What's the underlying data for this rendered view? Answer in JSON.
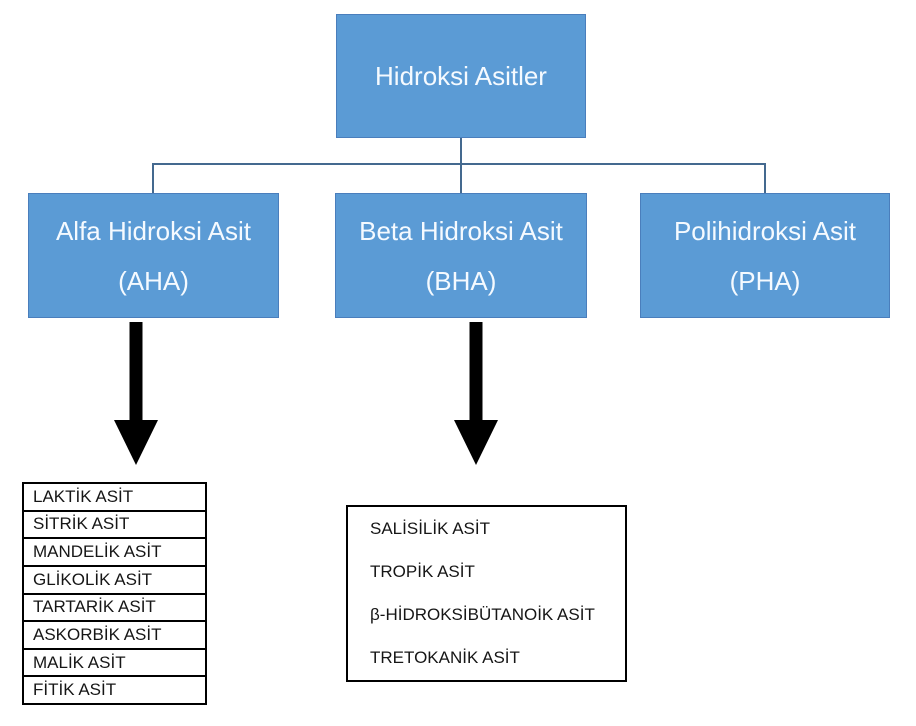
{
  "diagram": {
    "title": "Hidroksi Asitler",
    "root": {
      "label": "Hidroksi Asitler"
    },
    "children": [
      {
        "name": "aha",
        "line1": "Alfa Hidroksi Asit",
        "line2": "(AHA)"
      },
      {
        "name": "bha",
        "line1": "Beta Hidroksi Asit",
        "line2": "(BHA)"
      },
      {
        "name": "pha",
        "line1": "Polihidroksi Asit",
        "line2": "(PHA)"
      }
    ],
    "aha_list": [
      "LAKTİK ASİT",
      "SİTRİK ASİT",
      "MANDELİK ASİT",
      "GLİKOLİK ASİT",
      "TARTARİK ASİT",
      "ASKORBİK ASİT",
      "MALİK ASİT",
      "FİTİK ASİT"
    ],
    "bha_list": [
      "SALİSİLİK ASİT",
      "TROPİK ASİT",
      "β-HİDROKSİBÜTANOİK ASİT",
      "TRETOKANİK ASİT"
    ],
    "colors": {
      "box_fill": "#5b9bd5",
      "box_text": "#f5faff",
      "connector": "#44698f",
      "arrow": "#000000",
      "list_border": "#000000",
      "list_text": "#161616",
      "background": "#ffffff"
    }
  }
}
